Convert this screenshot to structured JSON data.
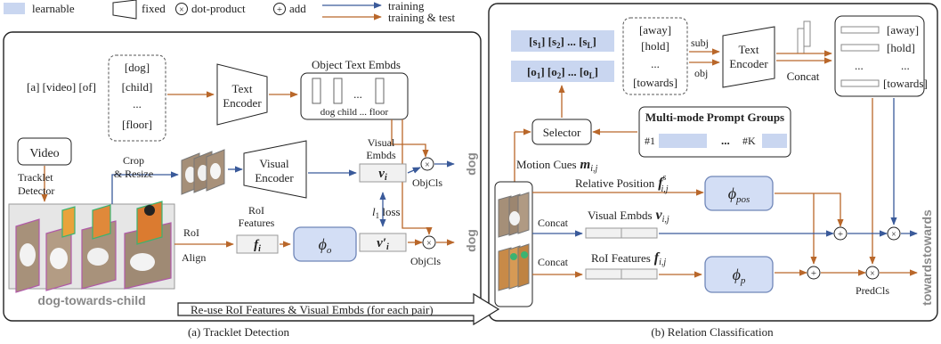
{
  "colors": {
    "learnable_fill": "#c9d6f0",
    "module_fill": "#d3def5",
    "module_stroke": "#6f86b8",
    "train_arrow": "#3a5a9a",
    "train_test_arrow": "#b9672a",
    "out_label": "#8a8a8a",
    "frame_stroke": "#222222"
  },
  "legend": {
    "learnable": "learnable",
    "fixed": "fixed",
    "dot_product": "dot-product",
    "add": "add",
    "training": "training",
    "training_test": "training & test"
  },
  "panel_a": {
    "caption": "(a) Tracklet Detection",
    "text_prompt": "[a] [video] [of]",
    "categories": [
      "[dog]",
      "[child]",
      "...",
      "[floor]"
    ],
    "text_encoder": [
      "Text",
      "Encoder"
    ],
    "object_text_embds": "Object Text Embds",
    "embd_labels": "dog child ... floor",
    "video": "Video",
    "tracklet_detector": [
      "Tracklet",
      "Detector"
    ],
    "crop_resize": [
      "Crop",
      "& Resize"
    ],
    "visual_encoder": [
      "Visual",
      "Encoder"
    ],
    "visual_embds": [
      "Visual",
      "Embds"
    ],
    "v_i": "v",
    "v_i_sub": "i",
    "l1_loss": "l",
    "l1_sub": "1",
    "l1_rest": " loss",
    "roi_align": [
      "RoI",
      "Align"
    ],
    "roi_features": [
      "RoI",
      "Features"
    ],
    "f_i": "f",
    "f_i_sub": "i",
    "phi_o": "ϕ",
    "phi_o_sub": "o",
    "v_prime": "v′",
    "v_prime_sub": "i",
    "objcls_top": "ObjCls",
    "objcls_bottom": "ObjCls",
    "output_top": "dog",
    "output_bottom": "dog",
    "frame_label": "dog-towards-child",
    "reuse_arrow_text": "Re-use RoI Features & Visual Embds (for each pair)"
  },
  "panel_b": {
    "caption": "(b) Relation Classification",
    "subject_tokens": [
      "[s",
      "1",
      "] [s",
      "2",
      "] ... [s",
      "L",
      "]"
    ],
    "object_tokens": [
      "[o",
      "1",
      "] [o",
      "2",
      "] ... [o",
      "L",
      "]"
    ],
    "predicates": [
      "[away]",
      "[hold]",
      "...",
      "[towards]"
    ],
    "subj": "subj",
    "obj": "obj",
    "text_encoder": [
      "Text",
      "Encoder"
    ],
    "concat_top": "Concat",
    "pred_embds": [
      "[away]",
      "[hold]",
      "...",
      "[towards]"
    ],
    "selector": "Selector",
    "prompt_groups_title": "Multi-mode Prompt Groups",
    "prompt_first": "#1",
    "prompt_dots": "...",
    "prompt_last": "#K",
    "motion_cues": "Motion Cues",
    "m_ij": "m",
    "m_sub": "i,j",
    "relative_position": "Relative Position",
    "f_s": "f",
    "f_s_sup": "s",
    "f_s_sub": "i,j",
    "phi_pos": "ϕ",
    "phi_pos_sub": "pos",
    "concat_mid": "Concat",
    "visual_embds_label": "Visual Embds",
    "v_ij": "v",
    "v_ij_sub": "i,j",
    "concat_low": "Concat",
    "roi_features_label": "RoI Features",
    "f_ij": "f",
    "f_ij_sub": "i,j",
    "phi_p": "ϕ",
    "phi_p_sub": "p",
    "predcls": "PredCls",
    "output_mid": "towards",
    "output_low": "towards"
  }
}
